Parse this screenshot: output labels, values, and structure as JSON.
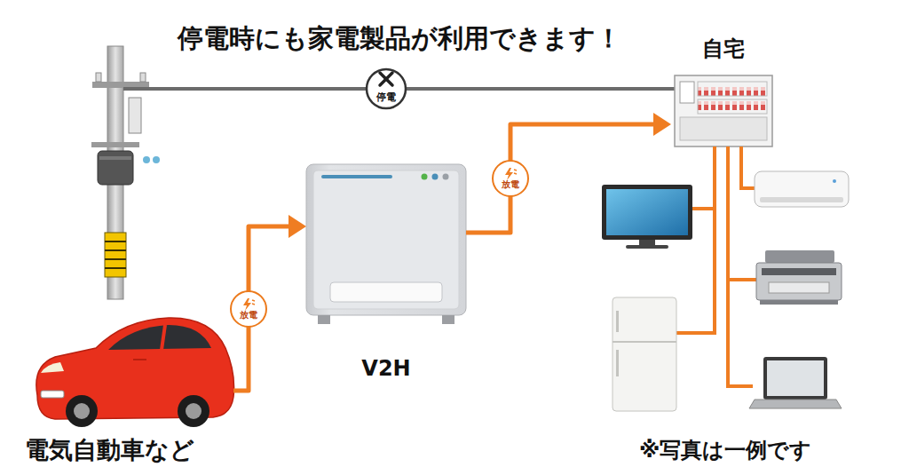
{
  "diagram": {
    "title": "停電時にも家電製品が利用できます！",
    "nodes": [
      {
        "text": [
          "電気自動車など"
        ]
      },
      {
        "text": [
          "V2H"
        ]
      },
      {
        "text": [
          "自宅"
        ]
      }
    ],
    "edges": [
      {
        "from": 0,
        "to": 1,
        "label": "放電",
        "arrow": "to"
      },
      {
        "from": 1,
        "to": 2,
        "label": "放電",
        "arrow": "to"
      }
    ],
    "labels": [
      "停電",
      "※写真は一例です"
    ]
  }
}
